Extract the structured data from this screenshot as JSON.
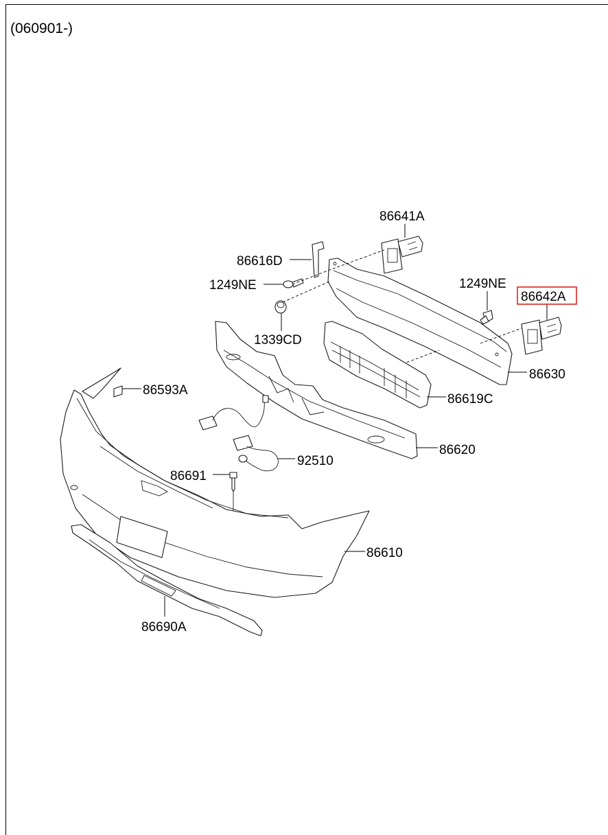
{
  "header": {
    "date_code": "(060901-)"
  },
  "highlight_color": "#e0231c",
  "labels": {
    "p86641A": "86641A",
    "p86616D": "86616D",
    "p1249NE_left": "1249NE",
    "p1339CD": "1339CD",
    "p1249NE_right": "1249NE",
    "p86642A": "86642A",
    "p86630": "86630",
    "p86619C": "86619C",
    "p86593A": "86593A",
    "p86620": "86620",
    "p92510": "92510",
    "p86691": "86691",
    "p86610": "86610",
    "p86690A": "86690A"
  },
  "highlighted_part": "86642A"
}
